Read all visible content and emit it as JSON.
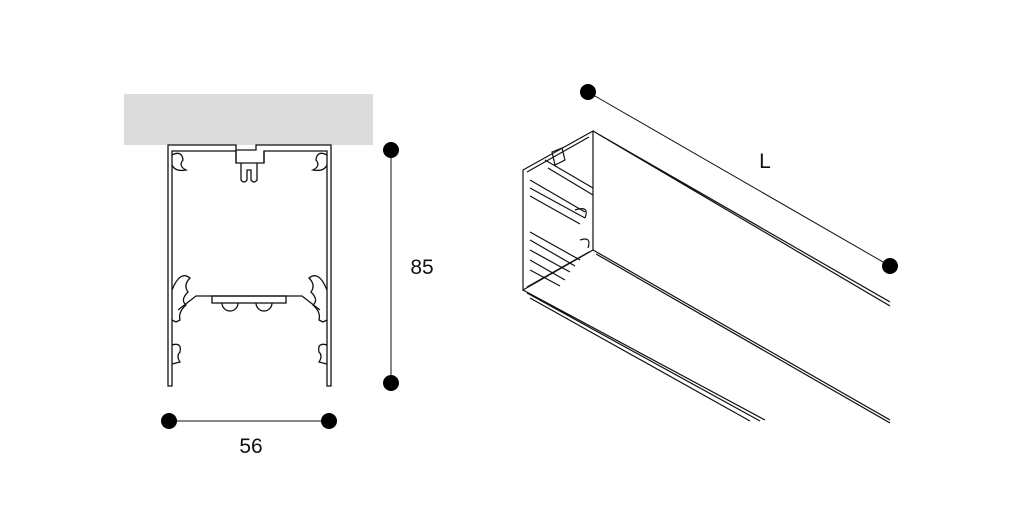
{
  "dimensions": {
    "width_label": "56",
    "height_label": "85",
    "length_label": "L"
  },
  "colors": {
    "ceiling": "#dcdcdc",
    "line": "#111111"
  }
}
